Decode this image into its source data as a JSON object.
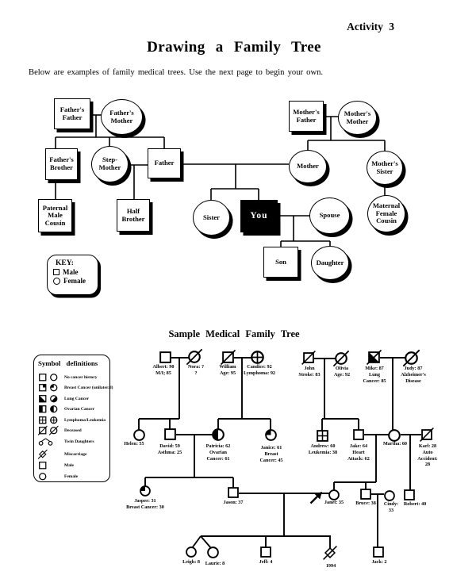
{
  "page": {
    "activity_label": "Activity 3",
    "title": "Drawing a Family Tree",
    "intro": "Below are examples of family medical trees. Use the next page to begin your own."
  },
  "top_tree": {
    "key": {
      "title": "KEY:",
      "items": [
        {
          "symbol": "square",
          "label": "Male"
        },
        {
          "symbol": "circle",
          "label": "Female"
        }
      ]
    },
    "nodes": [
      {
        "id": "fathers-father",
        "shape": "square",
        "filled": false,
        "label": "Father's\nFather"
      },
      {
        "id": "fathers-mother",
        "shape": "circle",
        "filled": false,
        "label": "Father's\nMother"
      },
      {
        "id": "mothers-father",
        "shape": "square",
        "filled": false,
        "label": "Mother's\nFather"
      },
      {
        "id": "mothers-mother",
        "shape": "circle",
        "filled": false,
        "label": "Mother's\nMother"
      },
      {
        "id": "fathers-brother",
        "shape": "square",
        "filled": false,
        "label": "Father's\nBrother"
      },
      {
        "id": "step-mother",
        "shape": "circle",
        "filled": false,
        "label": "Step-\nMother"
      },
      {
        "id": "father",
        "shape": "square",
        "filled": false,
        "label": "Father"
      },
      {
        "id": "mother",
        "shape": "circle",
        "filled": false,
        "label": "Mother"
      },
      {
        "id": "mothers-sister",
        "shape": "circle",
        "filled": false,
        "label": "Mother's\nSister"
      },
      {
        "id": "paternal-male-cousin",
        "shape": "square",
        "filled": false,
        "label": "Paternal\nMale\nCousin"
      },
      {
        "id": "half-brother",
        "shape": "square",
        "filled": false,
        "label": "Half\nBrother"
      },
      {
        "id": "sister",
        "shape": "circle",
        "filled": false,
        "label": "Sister"
      },
      {
        "id": "you",
        "shape": "square",
        "filled": true,
        "label": "You"
      },
      {
        "id": "spouse",
        "shape": "circle",
        "filled": false,
        "label": "Spouse"
      },
      {
        "id": "maternal-female-cousin",
        "shape": "circle",
        "filled": false,
        "label": "Maternal\nFemale\nCousin"
      },
      {
        "id": "son",
        "shape": "square",
        "filled": false,
        "label": "Son"
      },
      {
        "id": "daughter",
        "shape": "circle",
        "filled": false,
        "label": "Daughter"
      }
    ]
  },
  "medical_tree": {
    "title": "Sample Medical Family Tree",
    "symbol_definitions": {
      "title": "Symbol definitions",
      "rows": [
        {
          "symbols": [
            "square-empty",
            "circle-empty"
          ],
          "label": "No cancer history"
        },
        {
          "symbols": [
            "square-corner",
            "circle-quarter"
          ],
          "label": "Breast Cancer (unilateral)"
        },
        {
          "symbols": [
            "square-lung",
            "circle-lung"
          ],
          "label": "Lung Cancer"
        },
        {
          "symbols": [
            "square-half",
            "circle-half"
          ],
          "label": "Ovarian Cancer"
        },
        {
          "symbols": [
            "square-grid",
            "circle-cross"
          ],
          "label": "Lymphoma/Leukemia"
        },
        {
          "symbols": [
            "square-slash",
            "circle-slash"
          ],
          "label": "Deceased"
        },
        {
          "symbols": [
            "twins"
          ],
          "label": "Twin Daughters"
        },
        {
          "symbols": [
            "miscarriage"
          ],
          "label": "Miscarriage"
        },
        {
          "symbols": [
            "square-empty"
          ],
          "label": "Male"
        },
        {
          "symbols": [
            "circle-empty"
          ],
          "label": "Female"
        }
      ]
    },
    "people": [
      {
        "id": "albert",
        "shape": "square",
        "variant": "empty",
        "label": "Albert: 90\nM/I; 85"
      },
      {
        "id": "nora",
        "shape": "circle",
        "variant": "slash",
        "label": "Nora: ?\n?"
      },
      {
        "id": "william",
        "shape": "square",
        "variant": "slash",
        "label": "William\nAge: 95"
      },
      {
        "id": "candice",
        "shape": "circle",
        "variant": "cross",
        "label": "Candice: 92\nLymphoma: 92"
      },
      {
        "id": "john",
        "shape": "square",
        "variant": "slash",
        "label": "John\nStroke: 83"
      },
      {
        "id": "olivia",
        "shape": "circle",
        "variant": "slash",
        "label": "Olivia\nAge: 92"
      },
      {
        "id": "mike",
        "shape": "square",
        "variant": "lung+slash",
        "label": "Mike: 87\nLung\nCancer: 85"
      },
      {
        "id": "judy",
        "shape": "circle",
        "variant": "slash",
        "label": "Judy: 87\nAlzheimer's\nDisease"
      },
      {
        "id": "helen",
        "shape": "circle",
        "variant": "empty",
        "label": "Helen: 55"
      },
      {
        "id": "david",
        "shape": "square",
        "variant": "empty",
        "label": "David: 59\nAsthma: 25"
      },
      {
        "id": "patricia",
        "shape": "circle",
        "variant": "half",
        "label": "Patricia: 62\nOvarian\nCancer: 61"
      },
      {
        "id": "janice",
        "shape": "circle",
        "variant": "quarter",
        "label": "Janice: 61\nBreast\nCancer: 45"
      },
      {
        "id": "andrew",
        "shape": "square",
        "variant": "grid",
        "label": "Andrew: 60\nLeukemia: 38"
      },
      {
        "id": "jake",
        "shape": "square",
        "variant": "empty",
        "label": "Jake: 64\nHeart\nAttack: 62"
      },
      {
        "id": "martha",
        "shape": "circle",
        "variant": "empty",
        "label": "Martha: 60"
      },
      {
        "id": "karl",
        "shape": "square",
        "variant": "slash",
        "label": "Karl: 28\nAuto\nAccident:\n28"
      },
      {
        "id": "jasper",
        "shape": "circle",
        "variant": "quarter",
        "label": "Jasper: 31\nBreast Cancer: 30"
      },
      {
        "id": "jason",
        "shape": "square",
        "variant": "empty",
        "label": "Jason: 37"
      },
      {
        "id": "janet",
        "shape": "circle",
        "variant": "empty",
        "label": "Janet: 35",
        "proband": true
      },
      {
        "id": "bruce",
        "shape": "square",
        "variant": "empty",
        "label": "Bruce: 38"
      },
      {
        "id": "cindy",
        "shape": "circle",
        "variant": "empty",
        "label": "Cindy:\n33"
      },
      {
        "id": "robert",
        "shape": "square",
        "variant": "empty",
        "label": "Robert: 40"
      },
      {
        "id": "leigh",
        "shape": "circle",
        "variant": "empty",
        "label": "Leigh: 8"
      },
      {
        "id": "laurie",
        "shape": "circle",
        "variant": "empty",
        "label": "Laurie: 8"
      },
      {
        "id": "jeff",
        "shape": "square",
        "variant": "empty",
        "label": "Jeff: 4"
      },
      {
        "id": "miscarriage-1994",
        "shape": "diamond",
        "variant": "slash",
        "label": "1994"
      },
      {
        "id": "jack",
        "shape": "square",
        "variant": "empty",
        "label": "Jack: 2"
      }
    ]
  }
}
